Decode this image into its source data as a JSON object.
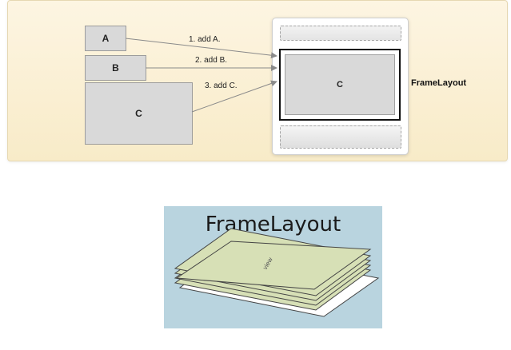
{
  "top_diagram": {
    "boxes": {
      "a": "A",
      "b": "B",
      "c": "C"
    },
    "steps": [
      "1. add A.",
      "2. add B.",
      "3. add C."
    ],
    "frame_child_label": "C",
    "framelayout_label": "FrameLayout"
  },
  "bottom_diagram": {
    "title": "FrameLayout",
    "layer_label": "view"
  },
  "colors": {
    "panel_background": "#f8ebc8",
    "child_box": "#d9d9d9",
    "layer_fill": "#d7e0b6",
    "bottom_background": "#b9d4df"
  }
}
